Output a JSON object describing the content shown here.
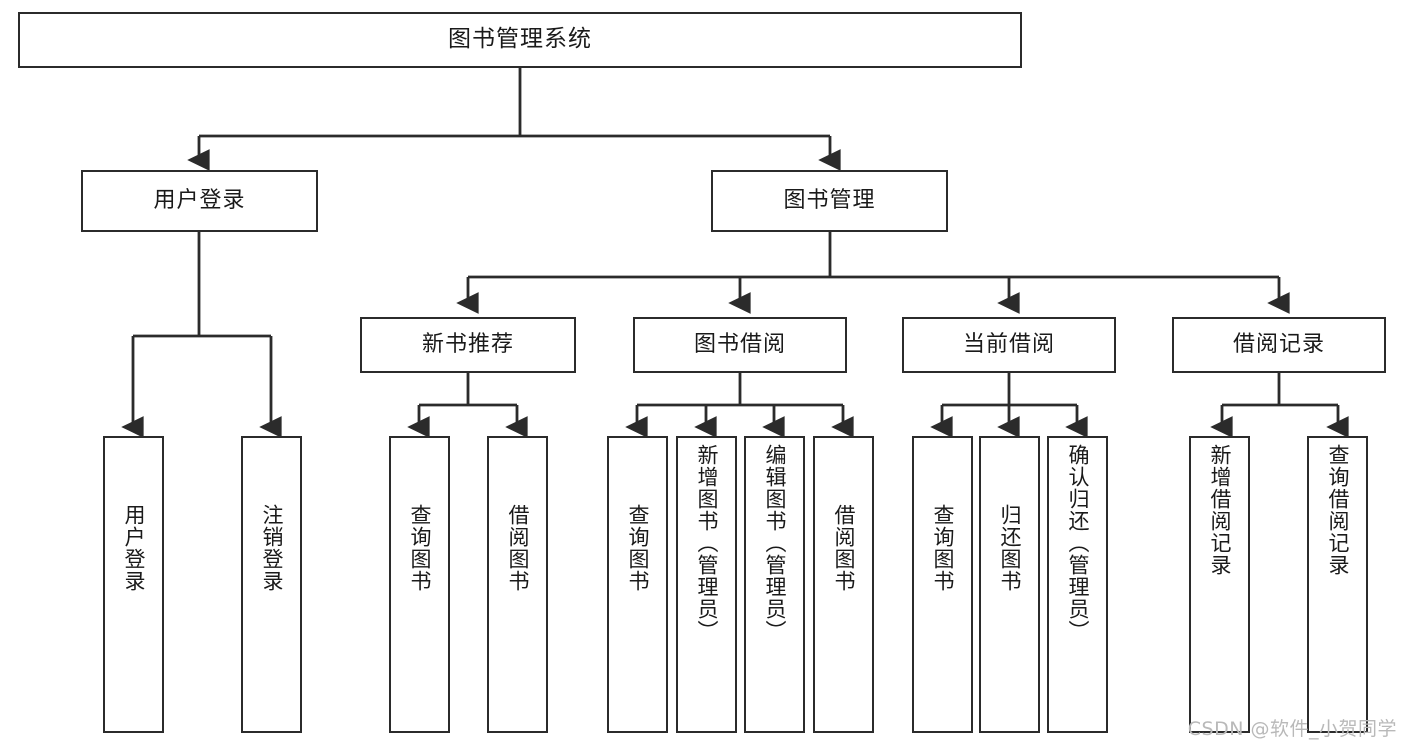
{
  "diagram": {
    "type": "tree-hierarchy-flowchart",
    "title": "图书管理系统",
    "orientation": "top-down",
    "watermark": "CSDN @软件_小贺同学",
    "colors": {
      "background": "#ffffff",
      "node_border": "#2b2b2b",
      "node_fill": "#ffffff",
      "edge": "#2b2b2b",
      "text": "#1a1a1a",
      "watermark": "#b9b9b9"
    },
    "nodes": {
      "root": {
        "id": "root",
        "label": "图书管理系统",
        "level": 0,
        "orientation": "horizontal"
      },
      "level1": [
        {
          "id": "user-login",
          "label": "用户登录",
          "level": 1,
          "orientation": "horizontal"
        },
        {
          "id": "book-management",
          "label": "图书管理",
          "level": 1,
          "orientation": "horizontal"
        }
      ],
      "level2": [
        {
          "id": "new-book-recommend",
          "label": "新书推荐",
          "level": 2,
          "orientation": "horizontal",
          "parent": "book-management"
        },
        {
          "id": "book-borrow",
          "label": "图书借阅",
          "level": 2,
          "orientation": "horizontal",
          "parent": "book-management"
        },
        {
          "id": "current-borrow",
          "label": "当前借阅",
          "level": 2,
          "orientation": "horizontal",
          "parent": "book-management"
        },
        {
          "id": "borrow-record",
          "label": "借阅记录",
          "level": 2,
          "orientation": "horizontal",
          "parent": "book-management"
        }
      ],
      "leaves": [
        {
          "id": "leaf-user-login",
          "label": "用户登录",
          "parent": "user-login",
          "orientation": "vertical"
        },
        {
          "id": "leaf-logout-login",
          "label": "注销登录",
          "parent": "user-login",
          "orientation": "vertical"
        },
        {
          "id": "leaf-query-book-1",
          "label": "查询图书",
          "parent": "new-book-recommend",
          "orientation": "vertical"
        },
        {
          "id": "leaf-borrow-book-1",
          "label": "借阅图书",
          "parent": "new-book-recommend",
          "orientation": "vertical"
        },
        {
          "id": "leaf-query-book-2",
          "label": "查询图书",
          "parent": "book-borrow",
          "orientation": "vertical"
        },
        {
          "id": "leaf-add-book-admin",
          "label": "新增图书（管理员）",
          "parent": "book-borrow",
          "orientation": "vertical"
        },
        {
          "id": "leaf-edit-book-admin",
          "label": "编辑图书（管理员）",
          "parent": "book-borrow",
          "orientation": "vertical"
        },
        {
          "id": "leaf-borrow-book-2",
          "label": "借阅图书",
          "parent": "book-borrow",
          "orientation": "vertical"
        },
        {
          "id": "leaf-query-book-3",
          "label": "查询图书",
          "parent": "current-borrow",
          "orientation": "vertical"
        },
        {
          "id": "leaf-return-book",
          "label": "归还图书",
          "parent": "current-borrow",
          "orientation": "vertical"
        },
        {
          "id": "leaf-confirm-return-admin",
          "label": "确认归还（管理员）",
          "parent": "current-borrow",
          "orientation": "vertical"
        },
        {
          "id": "leaf-add-borrow-record",
          "label": "新增借阅记录",
          "parent": "borrow-record",
          "orientation": "vertical"
        },
        {
          "id": "leaf-query-borrow-record",
          "label": "查询借阅记录",
          "parent": "borrow-record",
          "orientation": "vertical"
        }
      ]
    }
  }
}
